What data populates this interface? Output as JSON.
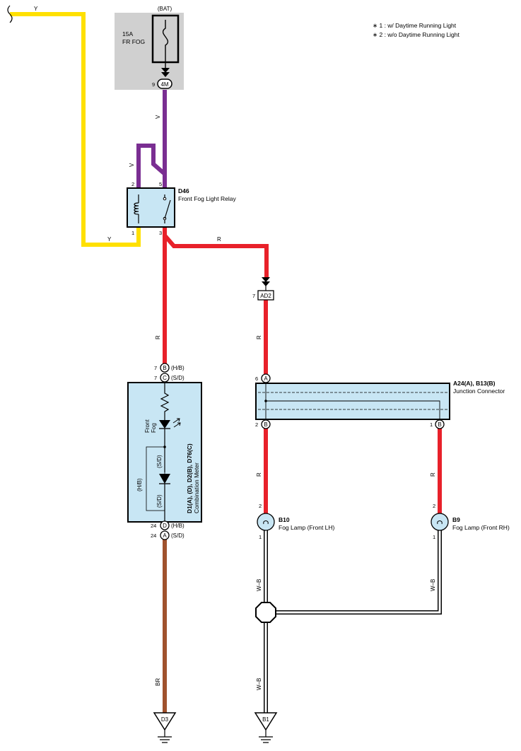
{
  "notes": [
    "∗ 1 : w/ Daytime Running Light",
    "∗ 2 : w/o Daytime Running Light"
  ],
  "fuse_box": {
    "source": "(BAT)",
    "amp": "15A",
    "name": "FR FOG",
    "pin": "9",
    "connector": "4M"
  },
  "relay": {
    "code": "D46",
    "name": "Front Fog Light Relay",
    "pins": [
      "2",
      "5",
      "1",
      "3"
    ]
  },
  "wires": {
    "yellow": "Y",
    "violet": "V",
    "red": "R",
    "brown": "BR",
    "white_black": "W–B"
  },
  "ad2": {
    "pin": "7",
    "connector": "AD2"
  },
  "meter": {
    "code": "D1(A), (D), D2(B), D76(C)",
    "name": "Combination Meter",
    "in_pins": [
      {
        "pin": "7",
        "conn": "B",
        "variant": "(H/B)"
      },
      {
        "pin": "7",
        "conn": "C",
        "variant": "(S/D)"
      }
    ],
    "out_pins": [
      {
        "pin": "24",
        "conn": "D",
        "variant": "(H/B)"
      },
      {
        "pin": "24",
        "conn": "A",
        "variant": "(S/D)"
      }
    ],
    "indicator": [
      "Front",
      "Fog"
    ],
    "hb": "(H/B)",
    "sd": "(S/D)"
  },
  "junction": {
    "code": "A24(A), B13(B)",
    "name": "Junction Connector",
    "pins": [
      {
        "pin": "6",
        "conn": "A"
      },
      {
        "pin": "2",
        "conn": "B"
      },
      {
        "pin": "1",
        "conn": "B"
      }
    ]
  },
  "lamp_lh": {
    "code": "B10",
    "name": "Fog Lamp (Front LH)",
    "pin_in": "2",
    "pin_out": "1"
  },
  "lamp_rh": {
    "code": "B9",
    "name": "Fog Lamp (Front RH)",
    "pin_in": "2",
    "pin_out": "1"
  },
  "grounds": [
    "D3",
    "B1"
  ],
  "colors": {
    "yellow": "#ffe000",
    "violet": "#7a2e92",
    "red": "#e8212a",
    "brown": "#a0522d",
    "box_fill": "#c8e6f4",
    "fuse_fill": "#d0d0d0"
  }
}
